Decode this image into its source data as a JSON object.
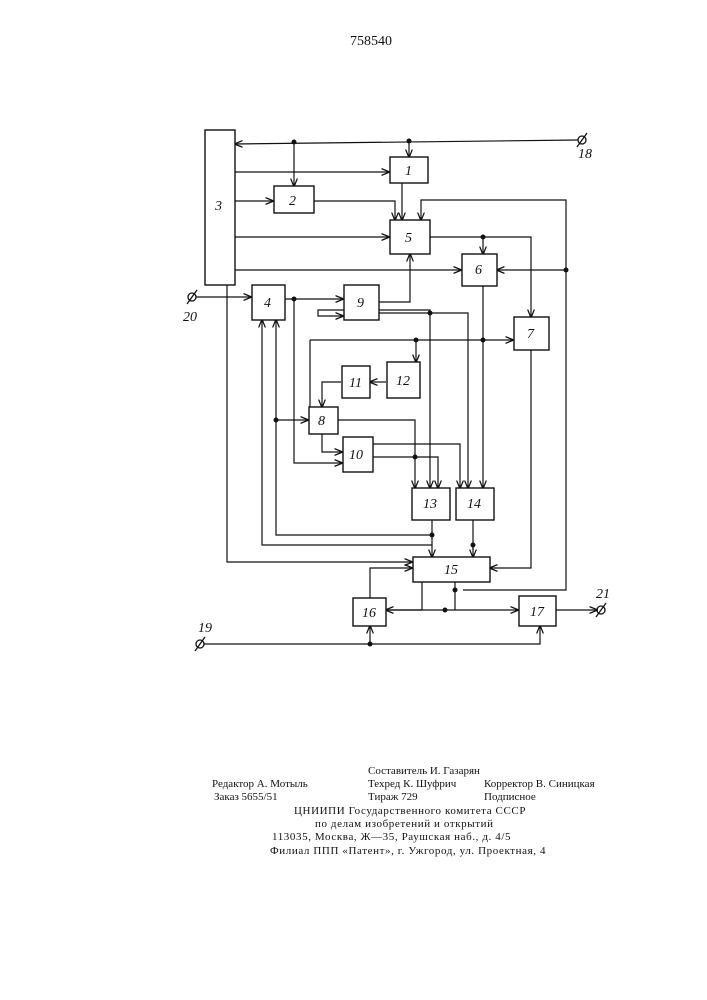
{
  "patent_number": "758540",
  "blocks": [
    "1",
    "2",
    "3",
    "4",
    "5",
    "6",
    "7",
    "8",
    "9",
    "10",
    "11",
    "12",
    "13",
    "14",
    "15",
    "16",
    "17"
  ],
  "terminals": [
    "18",
    "19",
    "20",
    "21"
  ],
  "footer": {
    "compiler": "Составитель И. Газарян",
    "editor": "Редактор А. Мотыль",
    "techred": "Техред К. Шуфрич",
    "corrector": "Корректор В. Синицкая",
    "order": "Заказ 5655/51",
    "circulation": "Тираж 729",
    "subscription": "Подписное",
    "org1": "ЦНИИПИ Государственного комитета СССР",
    "org2": "по делам изобретений и открытий",
    "address": "113035, Москва, Ж—35, Раушская наб., д. 4/5",
    "branch": "Филиал ППП «Патент», г. Ужгород, ул. Проектная, 4"
  }
}
